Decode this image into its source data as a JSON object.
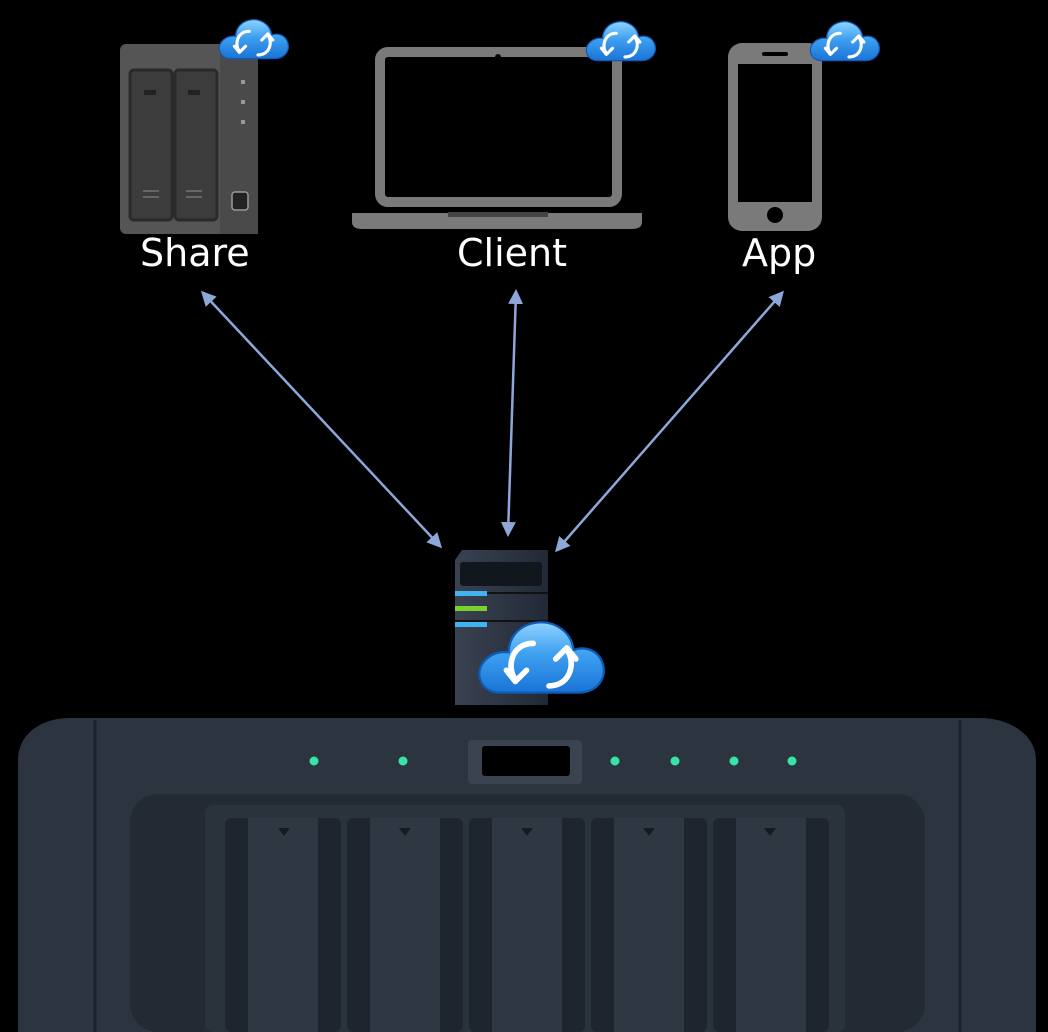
{
  "nodes": {
    "share": {
      "label": "Share"
    },
    "client": {
      "label": "Client"
    },
    "app": {
      "label": "App"
    }
  },
  "icons": {
    "cloud_sync": "cloud-sync-icon",
    "nas_share": "nas-icon",
    "laptop": "laptop-icon",
    "phone": "smartphone-icon",
    "server": "server-icon"
  },
  "colors": {
    "background": "#000000",
    "arrow": "#8ea7d8",
    "device_gray": "#7a7a7a",
    "cloud_blue": "#3ea0f0",
    "nas_body": "#2b3440",
    "led_green": "#37e3a6",
    "label_text": "#ffffff"
  }
}
